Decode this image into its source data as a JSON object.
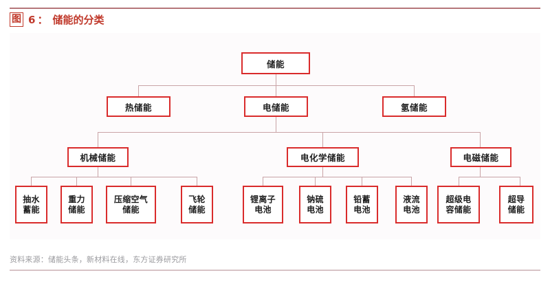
{
  "header": {
    "badge": "图",
    "number": "6",
    "colon": "：",
    "title": "储能的分类"
  },
  "footer": {
    "source": "资料来源：储能头条，新材料在线，东方证券研究所"
  },
  "colors": {
    "node_border": "#d92b2b",
    "connector": "#c9a3a6",
    "title_red": "#c0392b",
    "top_rule": "#b5767a",
    "bottom_rule": "#d8c3c6",
    "card_bg": "#fdfbfc",
    "node_text": "#1d1d1d",
    "footer_text": "#9a9a9e"
  },
  "chart_data": {
    "type": "diagram",
    "subtype": "tree-hierarchy",
    "title": "储能的分类",
    "orientation": "top-down",
    "root": "储能",
    "levels": 4,
    "nodes": [
      {
        "id": "n0",
        "label": "储能",
        "level": 1,
        "parent": null
      },
      {
        "id": "n1",
        "label": "热储能",
        "level": 2,
        "parent": "n0"
      },
      {
        "id": "n2",
        "label": "电储能",
        "level": 2,
        "parent": "n0"
      },
      {
        "id": "n3",
        "label": "氢储能",
        "level": 2,
        "parent": "n0"
      },
      {
        "id": "n4",
        "label": "机械储能",
        "level": 3,
        "parent": "n2"
      },
      {
        "id": "n5",
        "label": "电化学储能",
        "level": 3,
        "parent": "n2"
      },
      {
        "id": "n6",
        "label": "电磁储能",
        "level": 3,
        "parent": "n2"
      },
      {
        "id": "n7",
        "label": "抽水蓄能",
        "level": 4,
        "parent": "n4"
      },
      {
        "id": "n8",
        "label": "重力储能",
        "level": 4,
        "parent": "n4"
      },
      {
        "id": "n9",
        "label": "压缩空气储能",
        "level": 4,
        "parent": "n4"
      },
      {
        "id": "n10",
        "label": "飞轮储能",
        "level": 4,
        "parent": "n4"
      },
      {
        "id": "n11",
        "label": "锂离子电池",
        "level": 4,
        "parent": "n5"
      },
      {
        "id": "n12",
        "label": "钠硫电池",
        "level": 4,
        "parent": "n5"
      },
      {
        "id": "n13",
        "label": "铅蓄电池",
        "level": 4,
        "parent": "n5"
      },
      {
        "id": "n14",
        "label": "液流电池",
        "level": 4,
        "parent": "n5"
      },
      {
        "id": "n15",
        "label": "超级电容储能",
        "level": 4,
        "parent": "n6"
      },
      {
        "id": "n16",
        "label": "超导储能",
        "level": 4,
        "parent": "n6"
      }
    ]
  },
  "nodes": {
    "root": "储能",
    "l2_thermal": "热储能",
    "l2_electric": "电储能",
    "l2_hydrogen": "氢储能",
    "l3_mechanical": "机械储能",
    "l3_electrochem": "电化学储能",
    "l3_electromag": "电磁储能",
    "leaf_pumped_l1": "抽水",
    "leaf_pumped_l2": "蓄能",
    "leaf_gravity_l1": "重力",
    "leaf_gravity_l2": "储能",
    "leaf_caes_l1": "压缩空气",
    "leaf_caes_l2": "储能",
    "leaf_flywheel_l1": "飞轮",
    "leaf_flywheel_l2": "储能",
    "leaf_liion_l1": "锂离子",
    "leaf_liion_l2": "电池",
    "leaf_nas_l1": "钠硫",
    "leaf_nas_l2": "电池",
    "leaf_lead_l1": "铅蓄",
    "leaf_lead_l2": "电池",
    "leaf_flow_l1": "液流",
    "leaf_flow_l2": "电池",
    "leaf_supercap_l1": "超级电",
    "leaf_supercap_l2": "容储能",
    "leaf_smes_l1": "超导",
    "leaf_smes_l2": "储能"
  }
}
